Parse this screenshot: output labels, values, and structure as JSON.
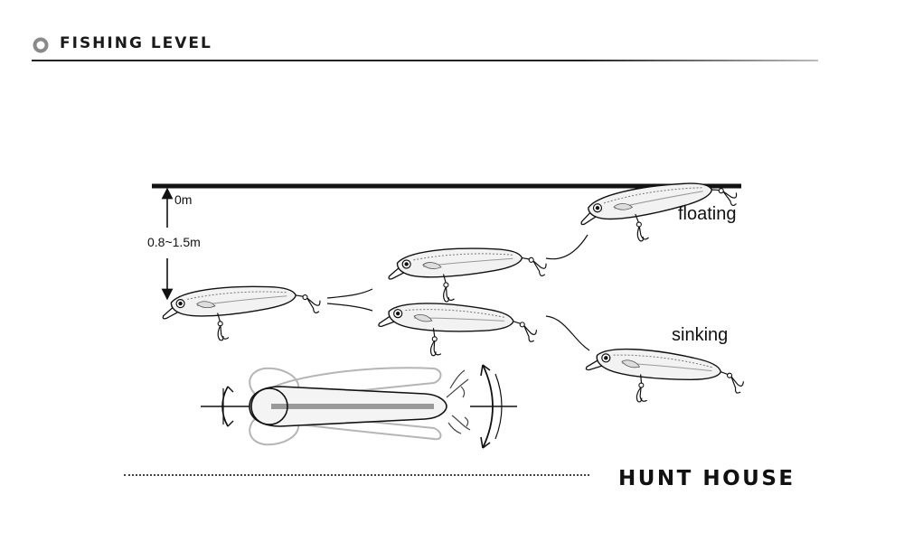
{
  "header": {
    "title": "FISHING LEVEL",
    "icon": "ring-bullet-icon"
  },
  "diagram": {
    "surface_label": "0m",
    "depth_range_label": "0.8~1.5m",
    "floating_label": "floating",
    "sinking_label": "sinking"
  },
  "footer": {
    "brand": "HUNT HOUSE"
  },
  "colors": {
    "line": "#111111",
    "lure_fill": "#f2f2f2",
    "ghost": "#b5b5b5"
  }
}
